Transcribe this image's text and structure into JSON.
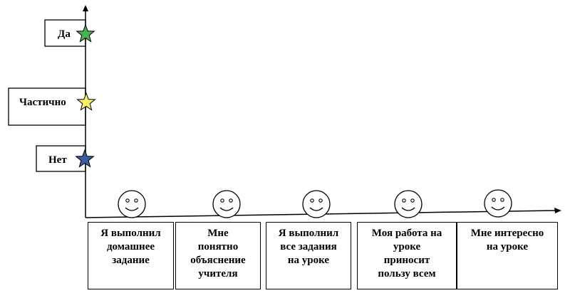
{
  "levels": [
    {
      "label": "Да",
      "star_color": "#4caf50"
    },
    {
      "label": "Частично",
      "star_color": "#f5f06a"
    },
    {
      "label": "Нет",
      "star_color": "#3f5a9e"
    }
  ],
  "criteria": [
    {
      "label": "Я выполнил\nдомашнее\nзадание",
      "icon": "smiley-icon"
    },
    {
      "label": "Мне\nпонятно\nобъяснение\nучителя",
      "icon": "smiley-icon"
    },
    {
      "label": "Я выполнил\nвсе задания\nна уроке",
      "icon": "smiley-icon"
    },
    {
      "label": "Моя работа на\nуроке\nприносит\nпользу всем",
      "icon": "smiley-icon"
    },
    {
      "label": "Мне интересно\nна уроке",
      "icon": "smiley-icon"
    }
  ],
  "colors": {
    "line": "#000000",
    "background": "#ffffff"
  }
}
